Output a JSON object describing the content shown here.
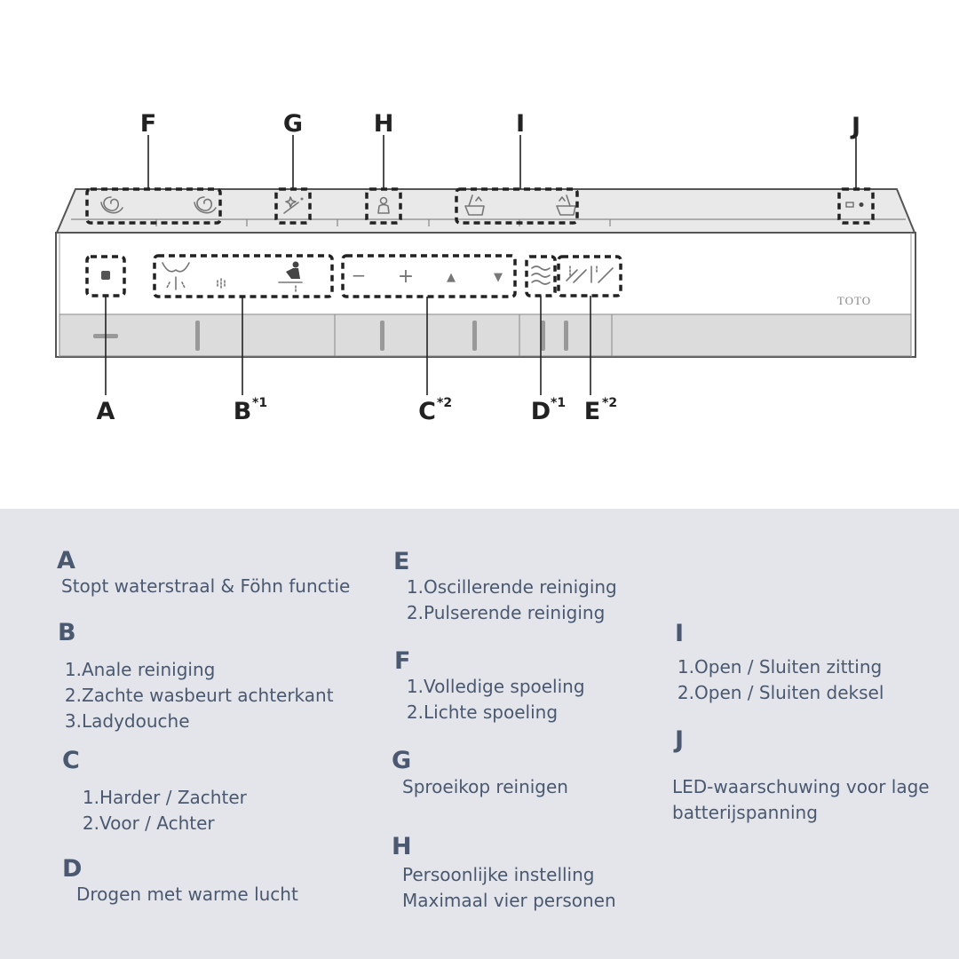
{
  "diagram": {
    "top_callouts": [
      "F",
      "G",
      "H",
      "I",
      "J"
    ],
    "bottom_callouts": [
      {
        "letter": "A",
        "sup": ""
      },
      {
        "letter": "B",
        "sup": "*1"
      },
      {
        "letter": "C",
        "sup": "*2"
      },
      {
        "letter": "D",
        "sup": "*1"
      },
      {
        "letter": "E",
        "sup": "*2"
      }
    ],
    "pressure_buttons": [
      "−",
      "+",
      "▲",
      "▼"
    ],
    "brand": "TOTO",
    "icons": {
      "F": [
        "full-flush-icon",
        "eco-flush-icon"
      ],
      "G": "nozzle-clean-icon",
      "H": "user-preset-icon",
      "I": [
        "seat-open-close-icon",
        "lid-open-close-icon"
      ],
      "J": "battery-led-icon",
      "A": "stop-icon",
      "B": [
        "rear-wash-icon",
        "soft-rear-wash-icon",
        "front-wash-icon"
      ],
      "D": "dryer-icon",
      "E": [
        "oscillate-icon",
        "pulsate-icon"
      ]
    }
  },
  "legend": {
    "A": {
      "letter": "A",
      "text": "Stopt waterstraal & Föhn functie"
    },
    "B": {
      "letter": "B",
      "items": [
        {
          "num": "1.",
          "text": "Anale reiniging"
        },
        {
          "num": "2.",
          "text": "Zachte wasbeurt achterkant"
        },
        {
          "num": "3.",
          "text": "Ladydouche"
        }
      ]
    },
    "C": {
      "letter": "C",
      "items": [
        {
          "num": "1.",
          "text": "Harder / Zachter"
        },
        {
          "num": "2.",
          "text": "Voor / Achter"
        }
      ]
    },
    "D": {
      "letter": "D",
      "text": "Drogen met warme lucht"
    },
    "E": {
      "letter": "E",
      "items": [
        {
          "num": "1.",
          "text": "Oscillerende reiniging"
        },
        {
          "num": "2.",
          "text": "Pulserende reiniging"
        }
      ]
    },
    "F": {
      "letter": "F",
      "items": [
        {
          "num": "1.",
          "text": "Volledige spoeling"
        },
        {
          "num": "2.",
          "text": "Lichte spoeling"
        }
      ]
    },
    "G": {
      "letter": "G",
      "text": "Sproeikop reinigen"
    },
    "H": {
      "letter": "H",
      "lines": [
        "Persoonlijke instelling",
        "Maximaal vier personen"
      ]
    },
    "I": {
      "letter": "I",
      "items": [
        {
          "num": "1.",
          "text": "Open / Sluiten zitting"
        },
        {
          "num": "2.",
          "text": "Open / Sluiten deksel"
        }
      ]
    },
    "J": {
      "letter": "J",
      "lines": [
        "LED-waarschuwing voor lage",
        "batterijspanning"
      ]
    }
  }
}
